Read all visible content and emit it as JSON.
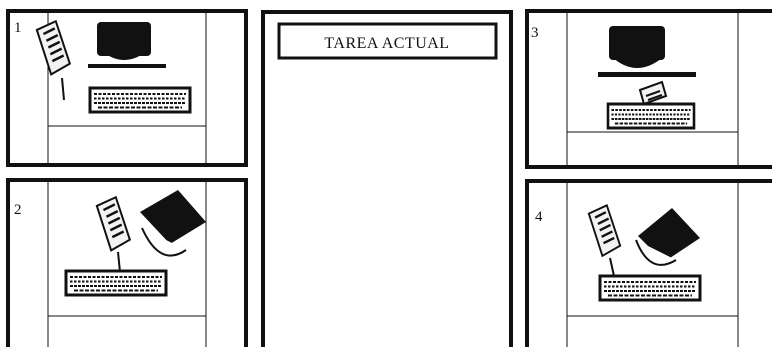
{
  "title_label": "TAREA ACTUAL",
  "panels": [
    {
      "number": "1",
      "scene": "document-holder-beside-monitor"
    },
    {
      "number": "2",
      "scene": "document-holder-and-tilted-monitor"
    },
    {
      "number": "3",
      "scene": "document-holder-under-monitor"
    },
    {
      "number": "4",
      "scene": "document-holder-and-tilted-monitor-right"
    }
  ],
  "colors": {
    "ink": "#111111",
    "paper": "#ffffff",
    "document_fill": "#f2f2f2"
  }
}
